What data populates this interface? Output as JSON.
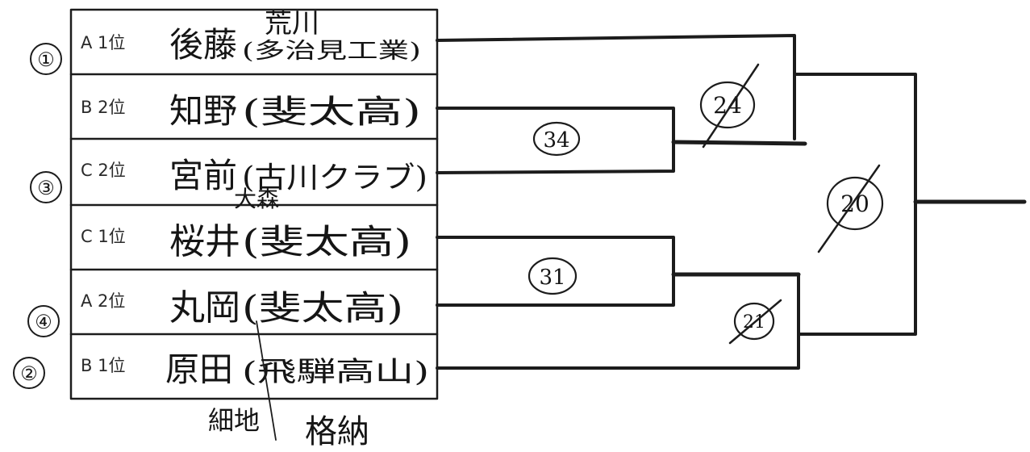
{
  "entries": [
    {
      "seed": "①",
      "rank": "A 1位",
      "name": "後藤",
      "club": "(多治見工業)"
    },
    {
      "seed": "",
      "rank": "B 2位",
      "name": "知野",
      "club": "(斐太高)"
    },
    {
      "seed": "③",
      "rank": "C 2位",
      "name": "宮前",
      "club": "(古川クラブ)"
    },
    {
      "seed": "",
      "rank": "C 1位",
      "name": "桜井",
      "club": "(斐太高)"
    },
    {
      "seed": "④",
      "rank": "A 2位",
      "name": "丸岡",
      "club": "(斐太高)"
    },
    {
      "seed": "②",
      "rank": "B 1位",
      "name": "原田",
      "club": "(飛騨高山)"
    }
  ],
  "matches": [
    {
      "id": "m1",
      "number": "34",
      "struck": false
    },
    {
      "id": "m2",
      "number": "31",
      "struck": false
    },
    {
      "id": "m3",
      "number": "24",
      "struck": true
    },
    {
      "id": "m4",
      "number": "21",
      "struck": true
    },
    {
      "id": "final",
      "number": "20",
      "struck": true
    }
  ],
  "annotations": {
    "top_note": "荒川",
    "middle_note": "大森",
    "bottom_left_note": "細地",
    "bottom_right_note": "格納"
  }
}
